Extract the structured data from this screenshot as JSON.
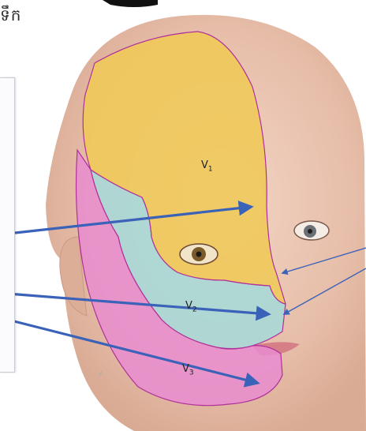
{
  "header": {
    "khmer_fragment": "ទឹក"
  },
  "regions": [
    {
      "label_main": "V",
      "label_sub": "1",
      "color": "#f0c95a"
    },
    {
      "label_main": "V",
      "label_sub": "2",
      "color": "#a9d8d6"
    },
    {
      "label_main": "V",
      "label_sub": "3",
      "color": "#e78ccf"
    }
  ],
  "colors": {
    "arrow": "#3a62b8",
    "outline": "#b0309a",
    "skin": "#ecc9b8",
    "background": "#ffffff"
  }
}
